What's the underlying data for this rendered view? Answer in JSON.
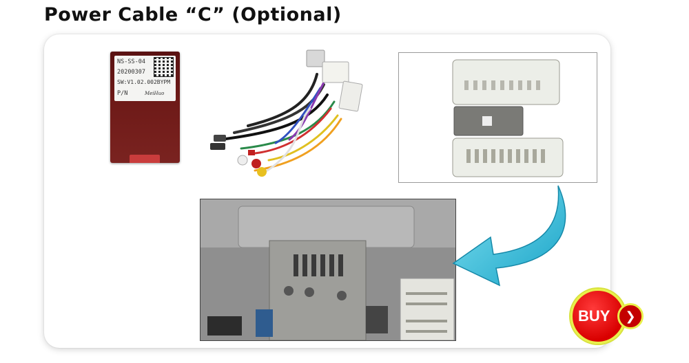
{
  "page": {
    "title": "Power Cable “C” (Optional)"
  },
  "module": {
    "label_lines": [
      "NS-SS-04",
      "20200307",
      "SW:V1.02.002BYPM",
      "P/N"
    ],
    "brand": "MeiHuo"
  },
  "images": {
    "harness_icon": "wire-harness-photo",
    "connector_icon": "connector-photo",
    "radio_icon": "radio-back-photo",
    "arrow_color": "#2ab8d6"
  },
  "buy": {
    "label": "BUY",
    "arrow": "❯",
    "color": "#e00000",
    "ring_color": "#e9f04a"
  }
}
